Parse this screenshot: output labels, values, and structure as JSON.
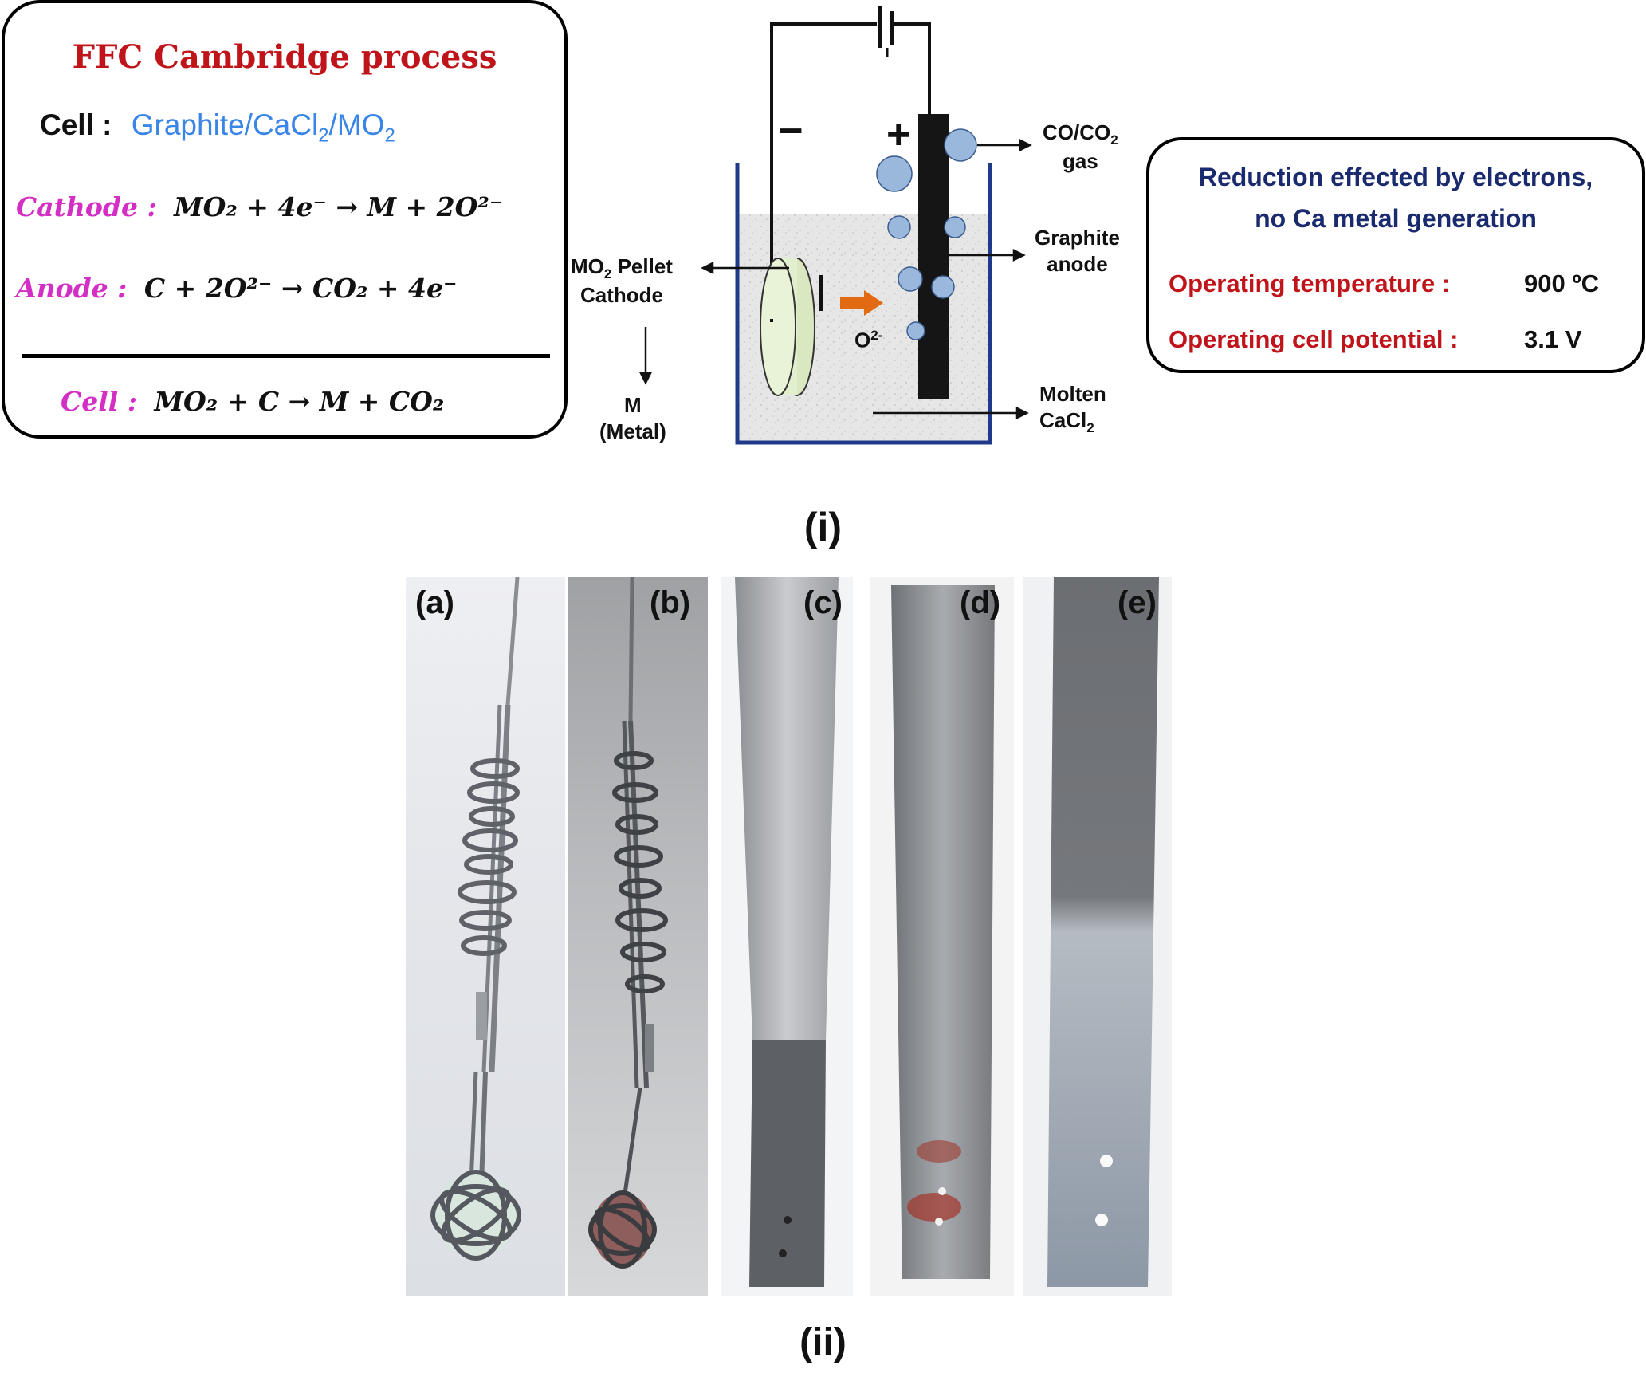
{
  "left_box": {
    "title": "FFC Cambridge process",
    "cell_label": "Cell :",
    "cell_value": "Graphite/CaCl",
    "cell_sub": "2",
    "cell_value2": "/MO",
    "cell_sub2": "2",
    "cathode_label": "Cathode :",
    "cathode_eq": "MO₂ + 4e⁻ → M  +  2O²⁻",
    "anode_label": "Anode :",
    "anode_eq": "C  +  2O²⁻  →  CO₂  +  4e⁻",
    "cell_eq_label": "Cell :",
    "cell_eq": "MO₂  + C  → M  +  CO₂"
  },
  "diagram": {
    "minus": "−",
    "plus": "+",
    "gas_label_1": "CO/CO",
    "gas_label_1_sub": "2",
    "gas_label_2": "gas",
    "anode_label_1": "Graphite",
    "anode_label_2": "anode",
    "pellet_label_1": "MO",
    "pellet_label_1_sub": "2",
    "pellet_label_1b": " Pellet",
    "pellet_label_2": "Cathode",
    "metal_label_1": "M",
    "metal_label_2": "(Metal)",
    "ion_label": "O",
    "ion_sup": "2-",
    "molten_label_1": "Molten",
    "molten_label_2": "CaCl",
    "molten_label_2_sub": "2"
  },
  "right_box": {
    "line1": "Reduction effected by electrons,",
    "line2": "no Ca metal generation",
    "temp_label": "Operating temperature :",
    "temp_value": "900 ºC",
    "potential_label": "Operating cell potential :",
    "potential_value": "3.1 V"
  },
  "panel_i": "(i)",
  "panel_ii": "(ii)",
  "photos": [
    {
      "tag": "(a)"
    },
    {
      "tag": "(b)"
    },
    {
      "tag": "(c)"
    },
    {
      "tag": "(d)"
    },
    {
      "tag": "(e)"
    }
  ],
  "colors": {
    "title_red": "#c0141b",
    "eq_label_magenta": "#d42fc4",
    "cell_blue": "#3a86e8",
    "navy_text": "#1a2a6e",
    "bubble_blue": "#9ab7dc",
    "bath_border": "#1f3a8a",
    "arrow_orange": "#e26a12"
  }
}
